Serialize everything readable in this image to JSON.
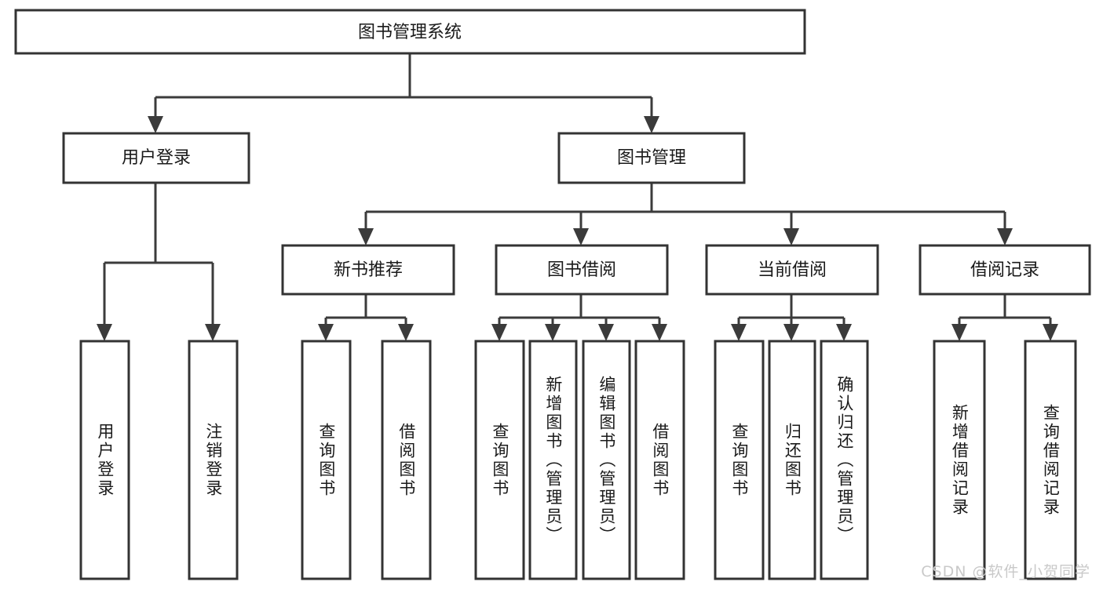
{
  "diagram": {
    "type": "hierarchy-tree",
    "title_node": {
      "id": "root",
      "label": "图书管理系统"
    },
    "level2": [
      {
        "id": "user-login",
        "label": "用户登录"
      },
      {
        "id": "book-manage",
        "label": "图书管理"
      }
    ],
    "level3": [
      {
        "id": "new-book-recommend",
        "label": "新书推荐",
        "parent": "book-manage"
      },
      {
        "id": "book-borrow",
        "label": "图书借阅",
        "parent": "book-manage"
      },
      {
        "id": "current-borrow",
        "label": "当前借阅",
        "parent": "book-manage"
      },
      {
        "id": "borrow-record",
        "label": "借阅记录",
        "parent": "book-manage"
      }
    ],
    "leaves": [
      {
        "id": "leaf-user-login",
        "label": "用户登录",
        "parent": "user-login"
      },
      {
        "id": "leaf-logout-login",
        "label": "注销登录",
        "parent": "user-login"
      },
      {
        "id": "leaf-query-book-1",
        "label": "查询图书",
        "parent": "new-book-recommend"
      },
      {
        "id": "leaf-borrow-book-1",
        "label": "借阅图书",
        "parent": "new-book-recommend"
      },
      {
        "id": "leaf-query-book-2",
        "label": "查询图书",
        "parent": "book-borrow"
      },
      {
        "id": "leaf-add-book",
        "label": "新增图书（管理员）",
        "parent": "book-borrow"
      },
      {
        "id": "leaf-edit-book",
        "label": "编辑图书（管理员）",
        "parent": "book-borrow"
      },
      {
        "id": "leaf-borrow-book-2",
        "label": "借阅图书",
        "parent": "book-borrow"
      },
      {
        "id": "leaf-query-book-3",
        "label": "查询图书",
        "parent": "current-borrow"
      },
      {
        "id": "leaf-return-book",
        "label": "归还图书",
        "parent": "current-borrow"
      },
      {
        "id": "leaf-confirm-return",
        "label": "确认归还（管理员）",
        "parent": "current-borrow"
      },
      {
        "id": "leaf-add-record",
        "label": "新增借阅记录",
        "parent": "borrow-record"
      },
      {
        "id": "leaf-query-record",
        "label": "查询借阅记录",
        "parent": "borrow-record"
      }
    ]
  },
  "watermark": {
    "text": "CSDN @软件_小贺同学"
  },
  "colors": {
    "box_stroke": "#333333",
    "connector": "#3b3b3b",
    "text": "#1a1a1a",
    "background": "#ffffff",
    "watermark": "#c9c9c9"
  }
}
